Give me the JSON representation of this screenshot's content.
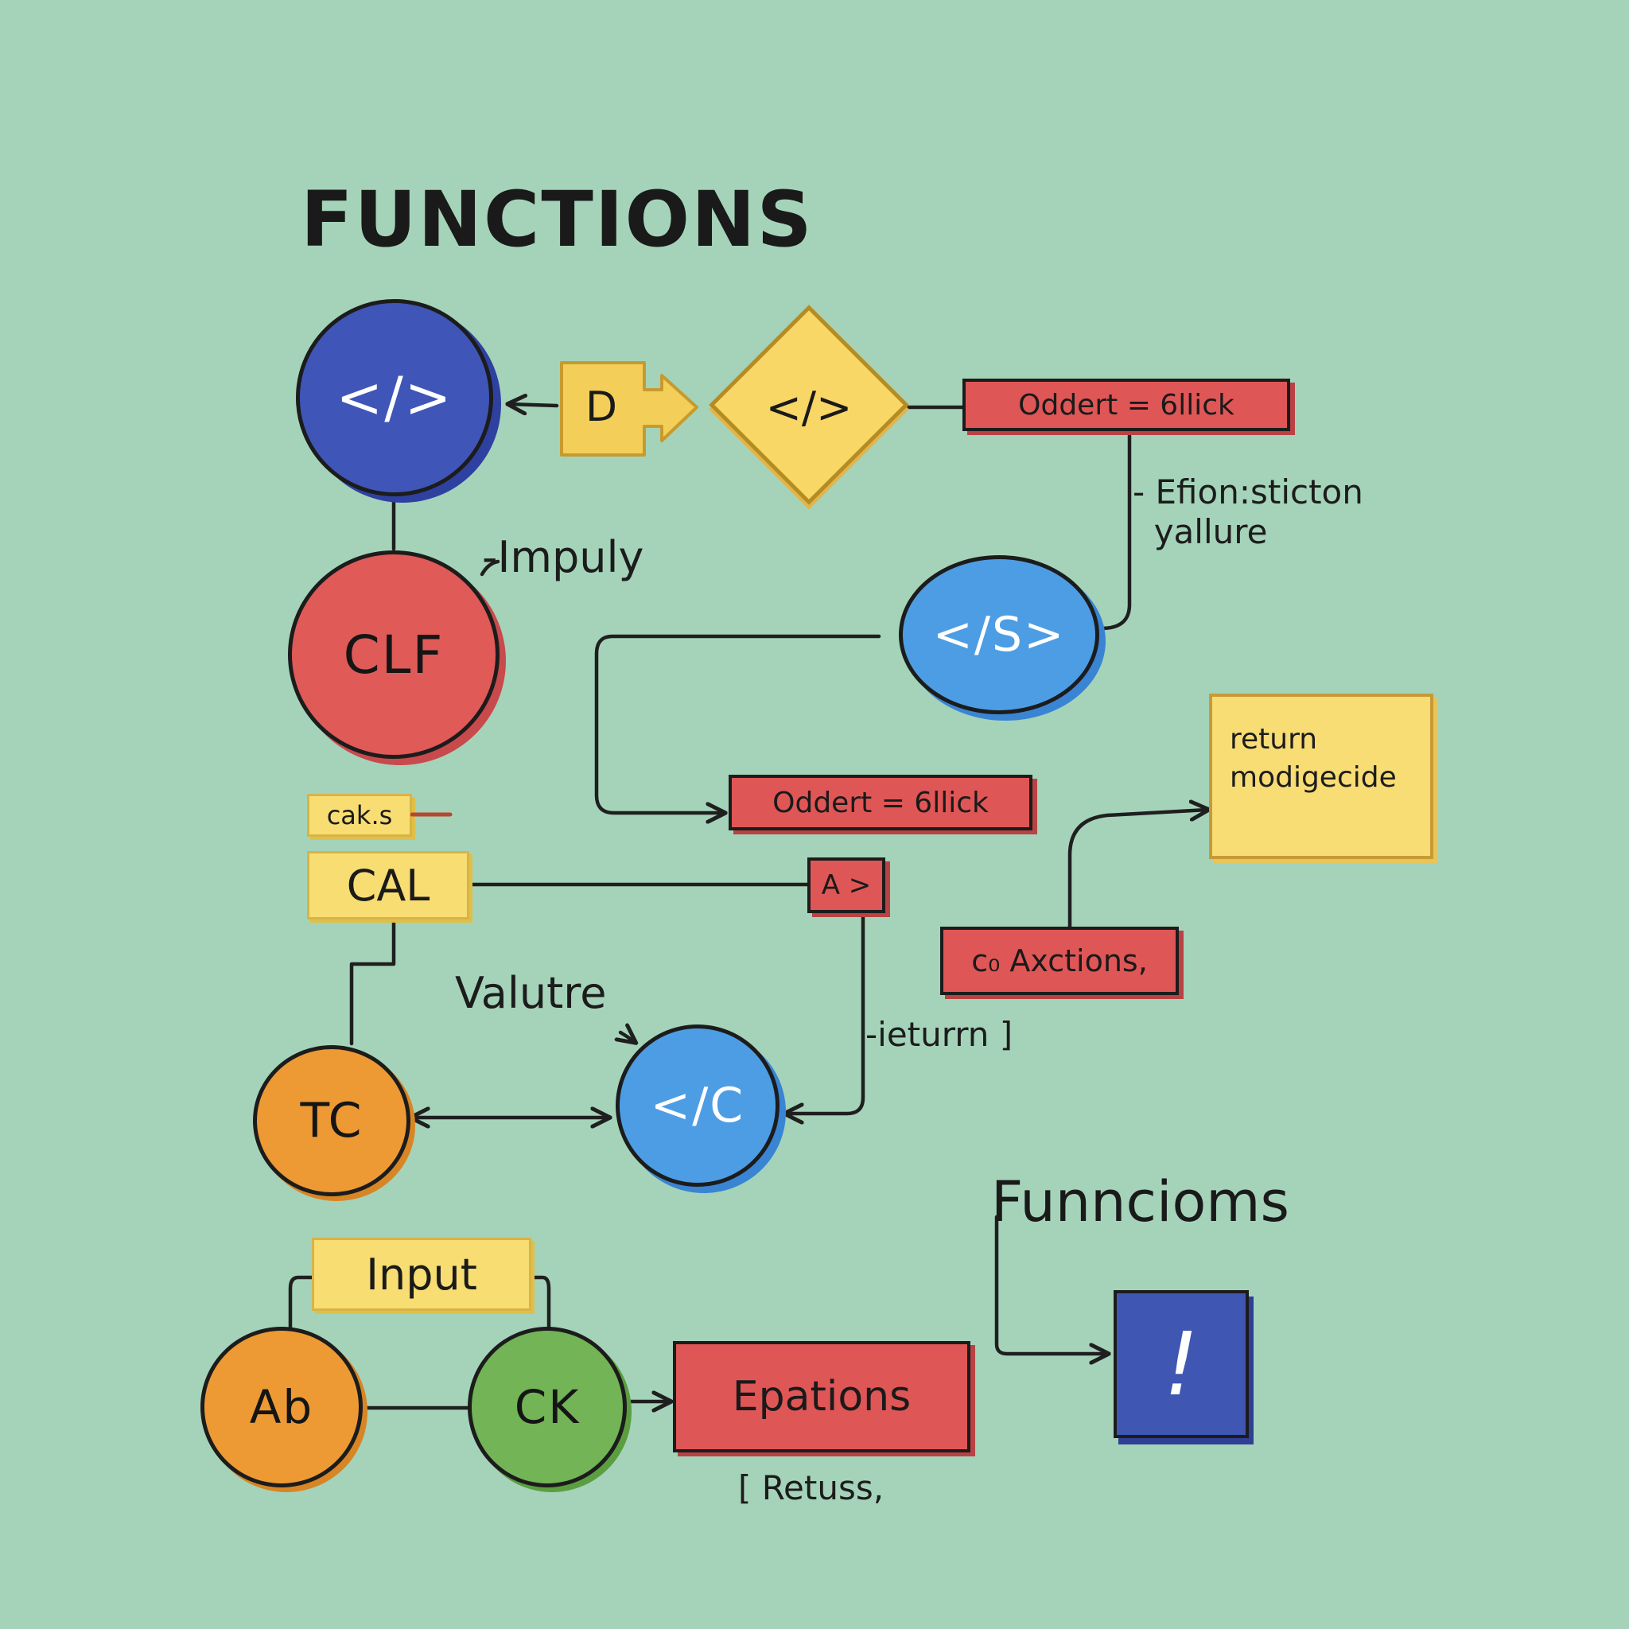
{
  "title": "FUNCTIONS",
  "nodes": {
    "code_circle_top": "</>",
    "clf_circle": "CLF",
    "s_circle": "</S>",
    "tc_circle": "TC",
    "c_circle": "</C",
    "ab_circle": "Ab",
    "ck_circle": "CK",
    "d_tag": "D",
    "diamond": "</>",
    "oddert_top": "Oddert = 6llick",
    "oddert_mid": "Oddert = 6llick",
    "cak_label": "cak.s",
    "cal_box": "CAL",
    "a_tag": "A >",
    "axctions_box": "c₀ Axctions,",
    "return_card": "return\nmodigecide",
    "input_box": "Input",
    "epations_box": "Epations",
    "alert_glyph": "!"
  },
  "notes": {
    "impuly": "-Impuly",
    "efion": "- Efion:sticton\n  yallure",
    "valutre": "Valutre",
    "return": "-ieturrn ]",
    "funncioms": "Funncioms",
    "retuss": "[ Retuss,"
  },
  "colors": {
    "background": "#a5d3b9",
    "blue": "#3f56b8",
    "sky": "#4d9de4",
    "red": "#e05a58",
    "orange": "#ed9a34",
    "green": "#72b456",
    "yellow": "#f8dd72"
  }
}
